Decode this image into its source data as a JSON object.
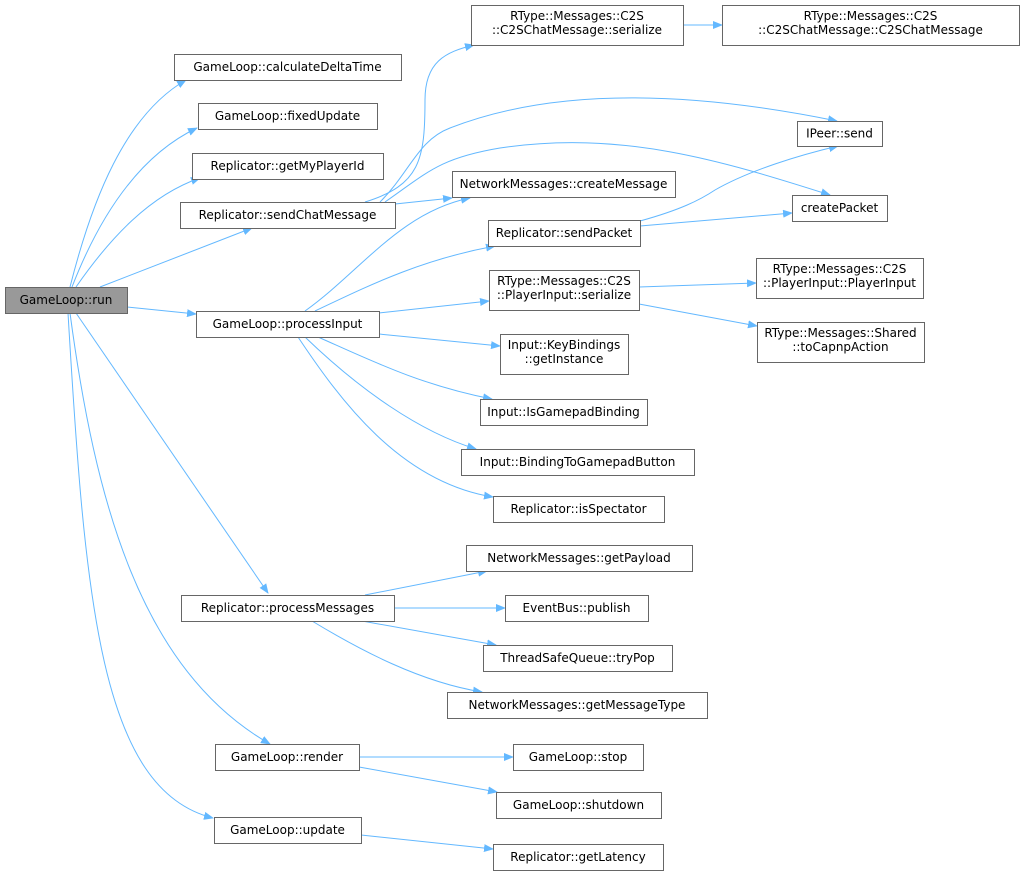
{
  "graph_type": "call graph",
  "edge_color": "#63b8ff",
  "root_fill": "#999999",
  "nodes": {
    "run": [
      "GameLoop::run"
    ],
    "calcDelta": [
      "GameLoop::calculateDeltaTime"
    ],
    "fixedUpdate": [
      "GameLoop::fixedUpdate"
    ],
    "getMyPlayerId": [
      "Replicator::getMyPlayerId"
    ],
    "sendChatMessage": [
      "Replicator::sendChatMessage"
    ],
    "processInput": [
      "GameLoop::processInput"
    ],
    "chatSerialize": [
      "RType::Messages::C2S",
      "::C2SChatMessage::serialize"
    ],
    "chatCtor": [
      "RType::Messages::C2S",
      "::C2SChatMessage::C2SChatMessage"
    ],
    "peerSend": [
      "IPeer::send"
    ],
    "createMessage": [
      "NetworkMessages::createMessage"
    ],
    "createPacket": [
      "createPacket"
    ],
    "sendPacket": [
      "Replicator::sendPacket"
    ],
    "inputSerialize": [
      "RType::Messages::C2S",
      "::PlayerInput::serialize"
    ],
    "inputCtor": [
      "RType::Messages::C2S",
      "::PlayerInput::PlayerInput"
    ],
    "toCapnp": [
      "RType::Messages::Shared",
      "::toCapnpAction"
    ],
    "keyBindings": [
      "Input::KeyBindings",
      "::getInstance"
    ],
    "isGamepad": [
      "Input::IsGamepadBinding"
    ],
    "bindingToGamepad": [
      "Input::BindingToGamepadButton"
    ],
    "isSpectator": [
      "Replicator::isSpectator"
    ],
    "getPayload": [
      "NetworkMessages::getPayload"
    ],
    "publish": [
      "EventBus::publish"
    ],
    "processMessages": [
      "Replicator::processMessages"
    ],
    "tryPop": [
      "ThreadSafeQueue::tryPop"
    ],
    "getMessageType": [
      "NetworkMessages::getMessageType"
    ],
    "render": [
      "GameLoop::render"
    ],
    "stop": [
      "GameLoop::stop"
    ],
    "shutdown": [
      "GameLoop::shutdown"
    ],
    "update": [
      "GameLoop::update"
    ],
    "getLatency": [
      "Replicator::getLatency"
    ]
  }
}
